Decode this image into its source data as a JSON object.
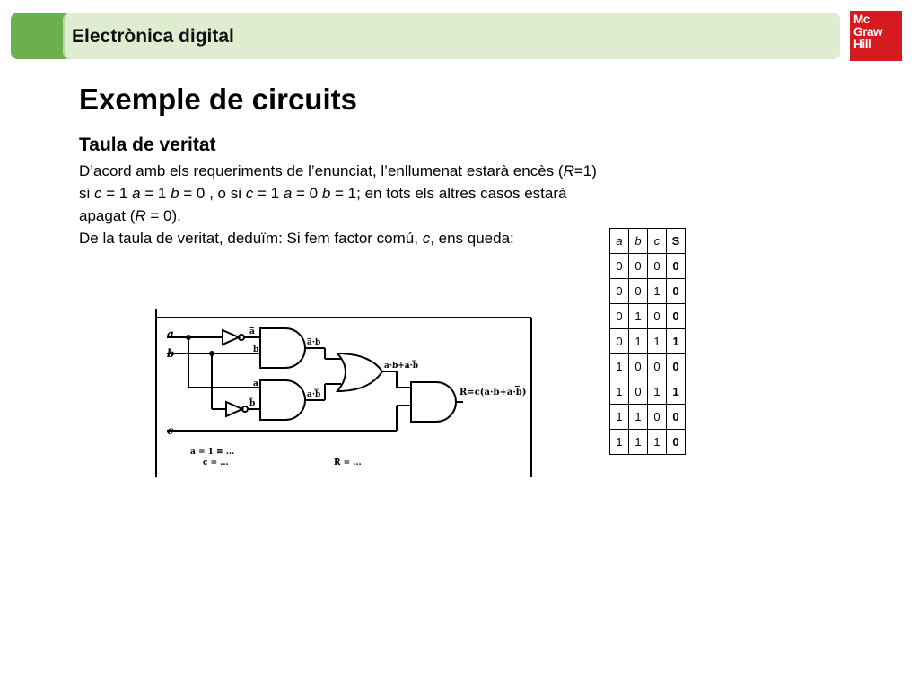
{
  "header": {
    "title": "Electrònica digital"
  },
  "logo": {
    "lines": [
      "Mc",
      "Graw",
      "Hill"
    ]
  },
  "page_title": "Exemple de circuits",
  "section_title": "Taula de veritat",
  "paragraph": {
    "l1a": "D’acord amb els requeriments de l’enunciat, l’enllumenat estarà encès (",
    "l1b": "R",
    "l1c": "=1)",
    "l2a": "si ",
    "l2b": "c",
    "l2c": " = 1  ",
    "l2d": "a",
    "l2e": " = 1 ",
    "l2f": "b",
    "l2g": " = 0 , o si ",
    "l2h": "c",
    "l2i": " = 1  ",
    "l2j": "a",
    "l2k": " = 0 ",
    "l2l": "b",
    "l2m": " = 1; en tots els altres casos estarà",
    "l3a": "apagat (",
    "l3b": "R",
    "l3c": " = 0).",
    "l4a": "De la taula de veritat, deduïm: Si fem factor comú, ",
    "l4b": "c",
    "l4c": ", ens queda:"
  },
  "truth_table": {
    "headers": [
      "a",
      "b",
      "c",
      "S"
    ],
    "rows": [
      [
        "0",
        "0",
        "0",
        "0"
      ],
      [
        "0",
        "0",
        "1",
        "0"
      ],
      [
        "0",
        "1",
        "0",
        "0"
      ],
      [
        "0",
        "1",
        "1",
        "1"
      ],
      [
        "1",
        "0",
        "0",
        "0"
      ],
      [
        "1",
        "0",
        "1",
        "1"
      ],
      [
        "1",
        "1",
        "0",
        "0"
      ],
      [
        "1",
        "1",
        "1",
        "0"
      ]
    ]
  },
  "circuit": {
    "in_a": "a",
    "in_b": "b",
    "in_c": "c",
    "and1_in1": "a̅",
    "and1_in2": "b",
    "and1_out": "a̅·b",
    "and2_in1": "a",
    "and2_in2": "b̅",
    "and2_out": "a·b̅",
    "or_out": "a̅·b+a·b̅",
    "final_out": "R=c(a̅·b+a·b̅)",
    "note1": "a = 1 ≡ ...",
    "note2": "c = ...",
    "note3": "R = ..."
  }
}
